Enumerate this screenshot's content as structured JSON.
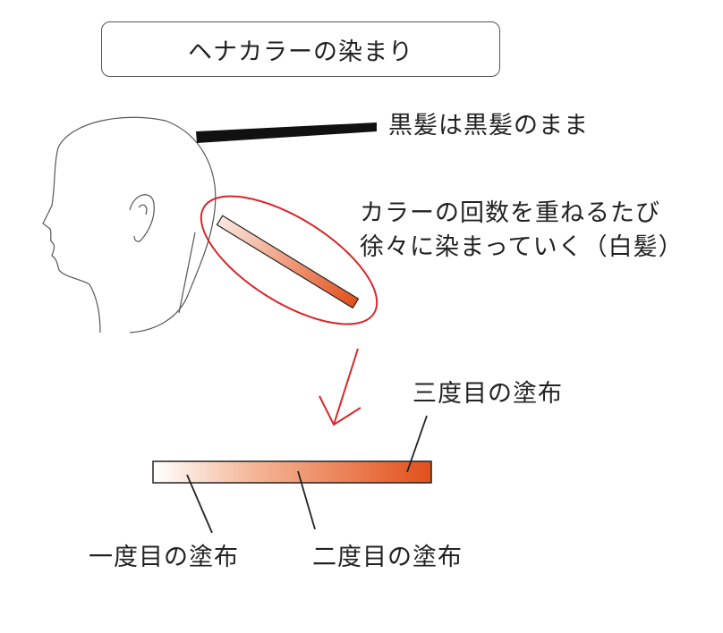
{
  "title": "ヘナカラーの染まり",
  "labels": {
    "black_hair": "黒髪は黒髪のまま",
    "white_hair_line1": "カラーの回数を重ねるたび",
    "white_hair_line2": "徐々に染まっていく（白髪）",
    "first": "一度目の塗布",
    "second": "二度目の塗布",
    "third": "三度目の塗布"
  },
  "colors": {
    "henna_light": "#fbe8e0",
    "henna_dark": "#e2501b",
    "highlight_red": "#d9262b",
    "black_strand": "#111111",
    "outline": "#555555"
  },
  "icons": {
    "head": "head-profile-outline-icon",
    "arrow": "down-left-arrow-icon"
  }
}
